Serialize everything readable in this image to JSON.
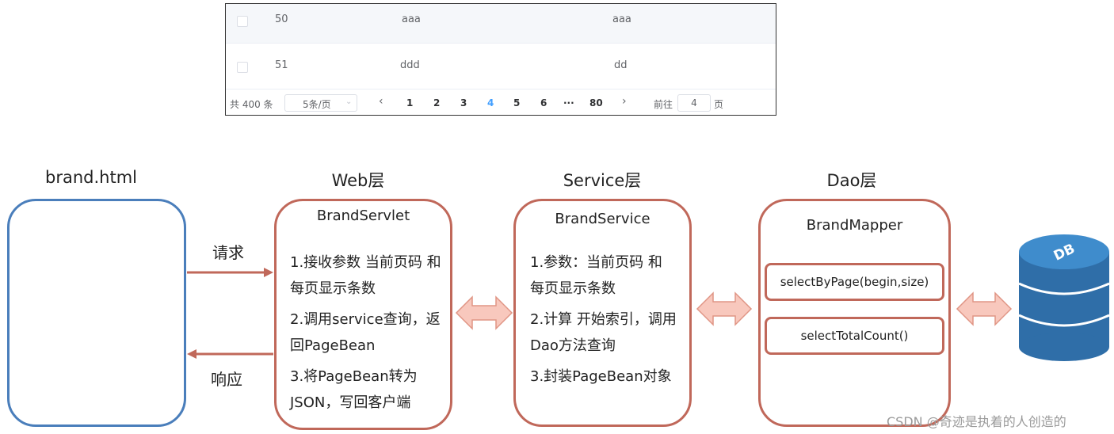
{
  "table": {
    "rows": [
      {
        "id": "50",
        "col2": "aaa",
        "col3": "aaa"
      },
      {
        "id": "51",
        "col2": "ddd",
        "col3": "dd"
      }
    ],
    "pagination": {
      "total": "共 400 条",
      "page_size": "5条/页",
      "prev_icon": "‹",
      "pages": [
        "1",
        "2",
        "3",
        "4",
        "5",
        "6",
        "···",
        "80"
      ],
      "active_page": "4",
      "next_icon": "›",
      "goto_label": "前往",
      "goto_value": "4",
      "goto_suffix": "页"
    }
  },
  "diagram": {
    "titles": {
      "client": "brand.html",
      "web": "Web层",
      "service": "Service层",
      "dao": "Dao层"
    },
    "web_box": {
      "title": "BrandServlet",
      "steps": [
        "1.接收参数 当前页码 和",
        "每页显示条数",
        "2.调用service查询，返",
        "回PageBean",
        "3.将PageBean转为",
        "JSON，写回客户端"
      ]
    },
    "service_box": {
      "title": "BrandService",
      "steps": [
        "1.参数：当前页码 和",
        "每页显示条数",
        "2.计算 开始索引，调用",
        "Dao方法查询",
        "3.封装PageBean对象"
      ]
    },
    "dao_box": {
      "title": "BrandMapper",
      "methods": [
        "selectByPage(begin,size)",
        "selectTotalCount()"
      ]
    },
    "request_label": "请求",
    "response_label": "响应",
    "db_label": "DB",
    "colors": {
      "client_border": "#4a7ebb",
      "box_border": "#c0685a",
      "arrow": "#c0685a",
      "double_arrow_fill": "#f8c8bd",
      "db_blue": "#2f6ea8"
    }
  },
  "watermark": "CSDN @奇迹是执着的人创造的"
}
